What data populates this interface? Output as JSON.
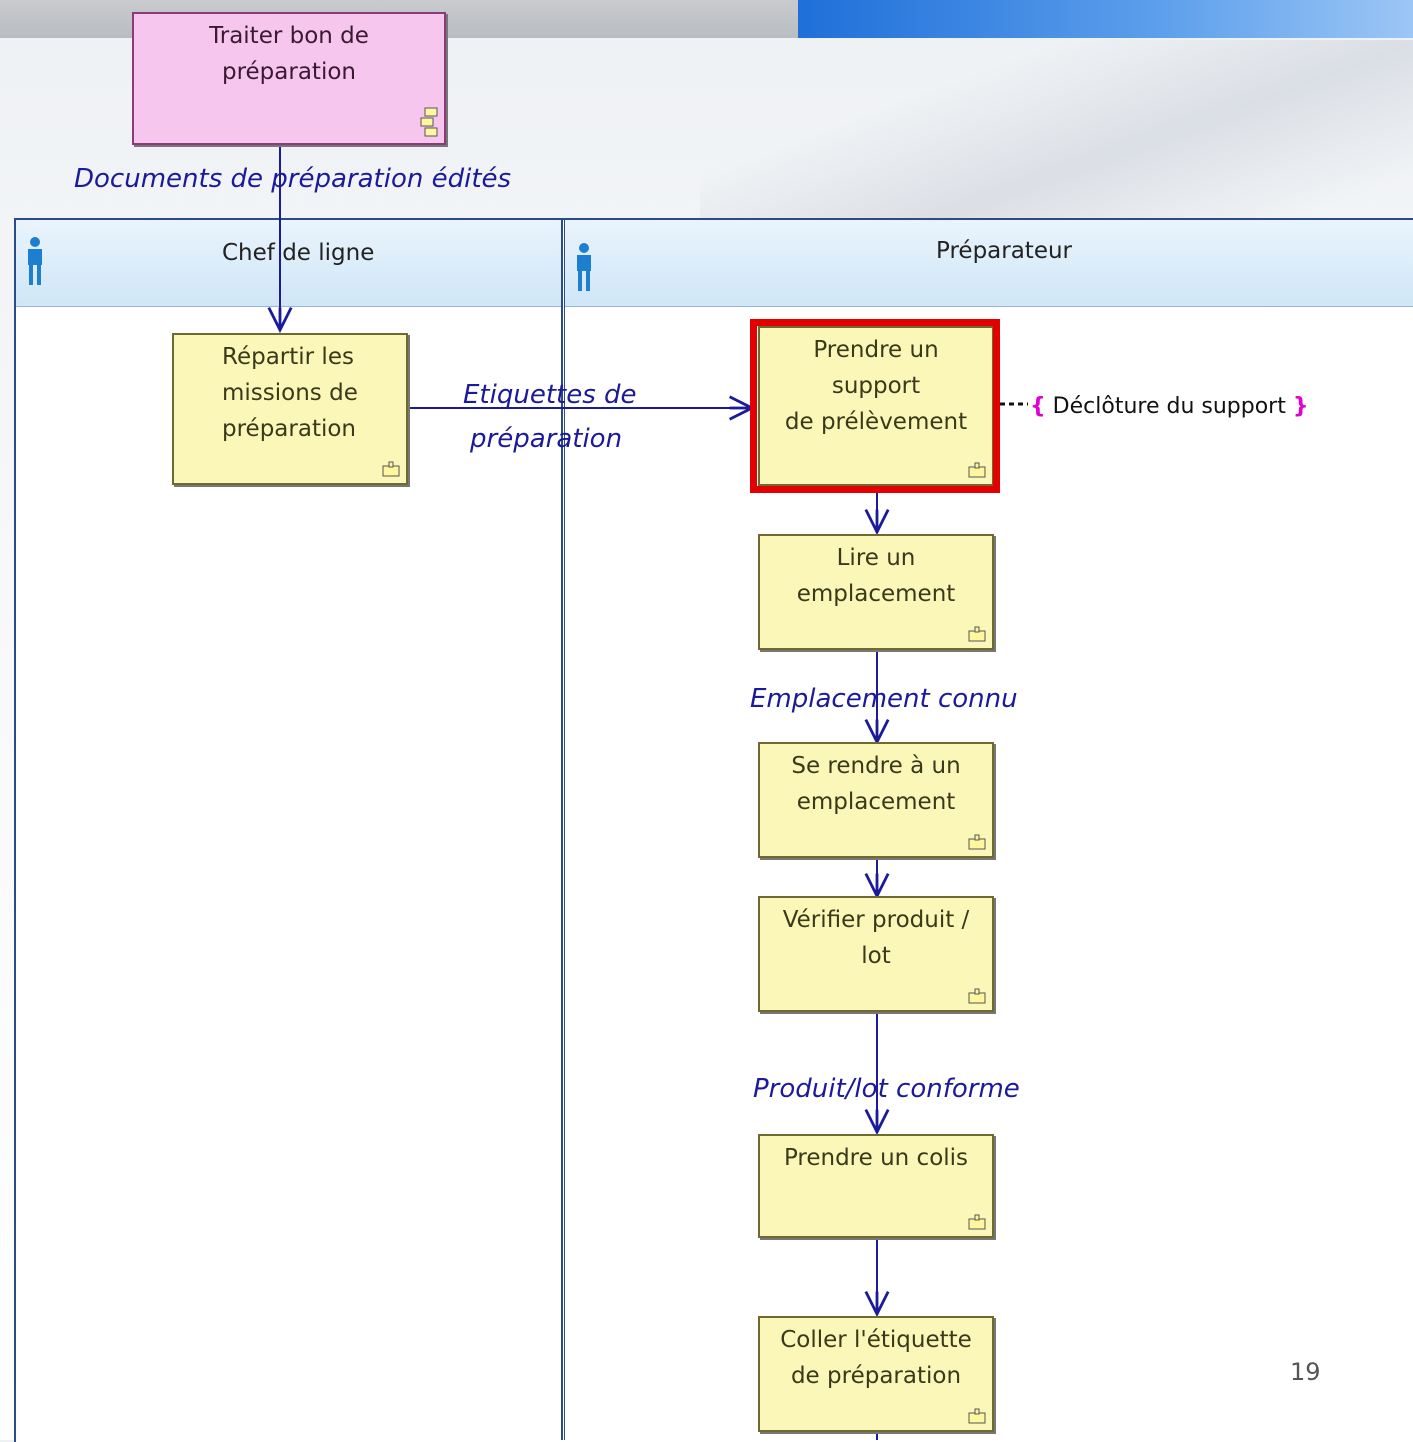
{
  "diagram": {
    "lanes": [
      {
        "id": "lane-chef",
        "title": "Chef de ligne"
      },
      {
        "id": "lane-preparateur",
        "title": "Préparateur"
      }
    ],
    "nodes": {
      "traiter": "Traiter bon de\npréparation",
      "repartir": "Répartir les\nmissions de\npréparation",
      "prendre_support": "Prendre un support\nde prélèvement",
      "lire": "Lire un\nemplacement",
      "se_rendre": "Se rendre à un\nemplacement",
      "verifier": "Vérifier produit /\nlot",
      "prendre_colis": "Prendre un colis",
      "coller": "Coller l'étiquette\nde préparation"
    },
    "flows": {
      "documents": "Documents de préparation édités",
      "etiquettes_line1": "Etiquettes de",
      "etiquettes_line2": "préparation",
      "emplacement": "Emplacement connu",
      "produit": "Produit/lot conforme"
    },
    "constraint": "Déclôture du support",
    "highlight_color": "#e30000",
    "actor_icon": "actor-icon",
    "activity_icon": "activity-icon",
    "subprocess_icon": "subprocess-icon"
  },
  "page_number": "19"
}
